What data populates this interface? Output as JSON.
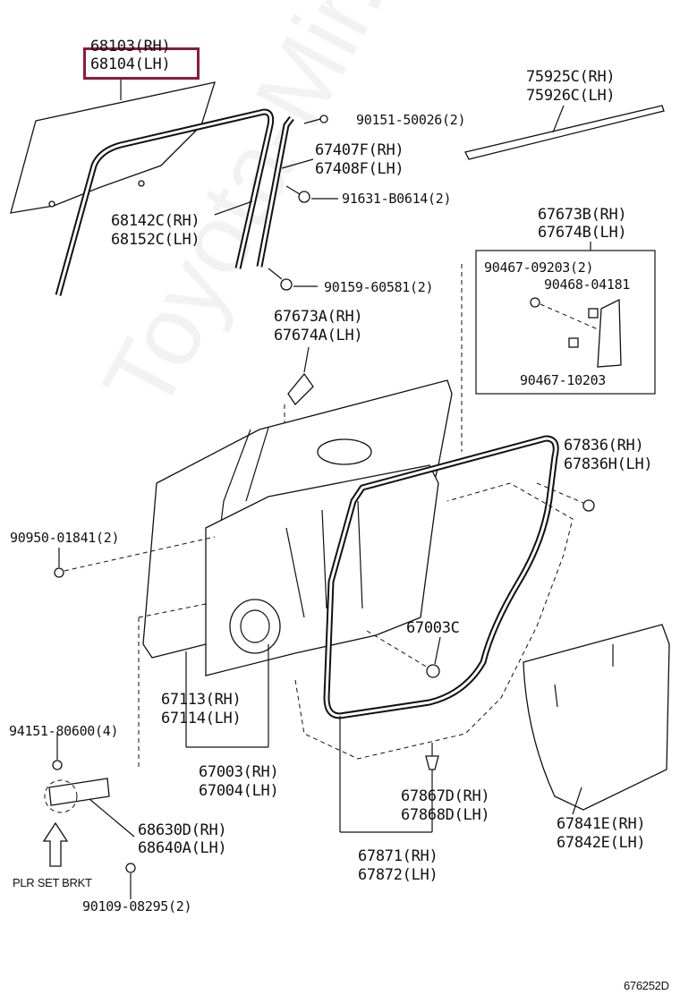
{
  "labels": {
    "glass_rh": "68103(RH)",
    "glass_lh": "68104(LH)",
    "molding_rh": "75925C(RH)",
    "molding_lh": "75926C(LH)",
    "bolt_50026": "90151-50026(2)",
    "frame_rh": "67407F(RH)",
    "frame_lh": "67408F(LH)",
    "nut_b0614": "91631-B0614(2)",
    "run_rh": "68142C(RH)",
    "run_lh": "68152C(LH)",
    "screw_60581": "90159-60581(2)",
    "cover_b_rh": "67673B(RH)",
    "cover_b_lh": "67674B(LH)",
    "clip_09203": "90467-09203(2)",
    "clip_04181": "90468-04181",
    "clip_10203": "90467-10203",
    "cover_a_rh": "67673A(RH)",
    "cover_a_lh": "67674A(LH)",
    "plug_rh": "67836(RH)",
    "plug_lh": "67836H(LH)",
    "clip_01841": "90950-01841(2)",
    "plug_67003c": "67003C",
    "panel_rh": "67113(RH)",
    "panel_lh": "67114(LH)",
    "bolt_80600": "94151-80600(4)",
    "door_rh": "67003(RH)",
    "door_lh": "67004(LH)",
    "retainer_rh": "67867D(RH)",
    "retainer_lh": "67868D(LH)",
    "check_rh": "68630D(RH)",
    "check_lh": "68640A(LH)",
    "service_hole_rh": "67841E(RH)",
    "service_hole_lh": "67842E(LH)",
    "plr_set_brkt": "PLR SET BRKT",
    "weatherstrip_rh": "67871(RH)",
    "weatherstrip_lh": "67872(LH)",
    "bolt_08295": "90109-08295(2)",
    "diagram_code": "676252D"
  },
  "watermark": "Toyota-Mir.ru",
  "highlight_color": "#8b1c3a"
}
